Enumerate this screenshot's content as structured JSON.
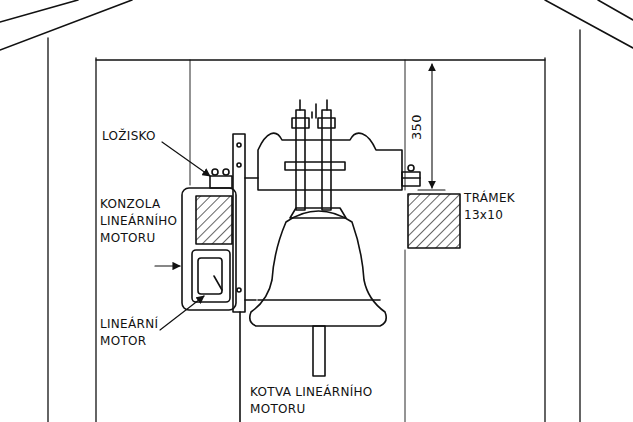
{
  "diagram": {
    "labels": [
      "LOŽISKO",
      "KONZOLA LINEÁRNÍHO MOTORU",
      "LINEÁRNÍ MOTOR",
      "KOTVA LINEÁRNÍHO MOTORU",
      "TRÁMEK 13x10",
      "350"
    ]
  }
}
